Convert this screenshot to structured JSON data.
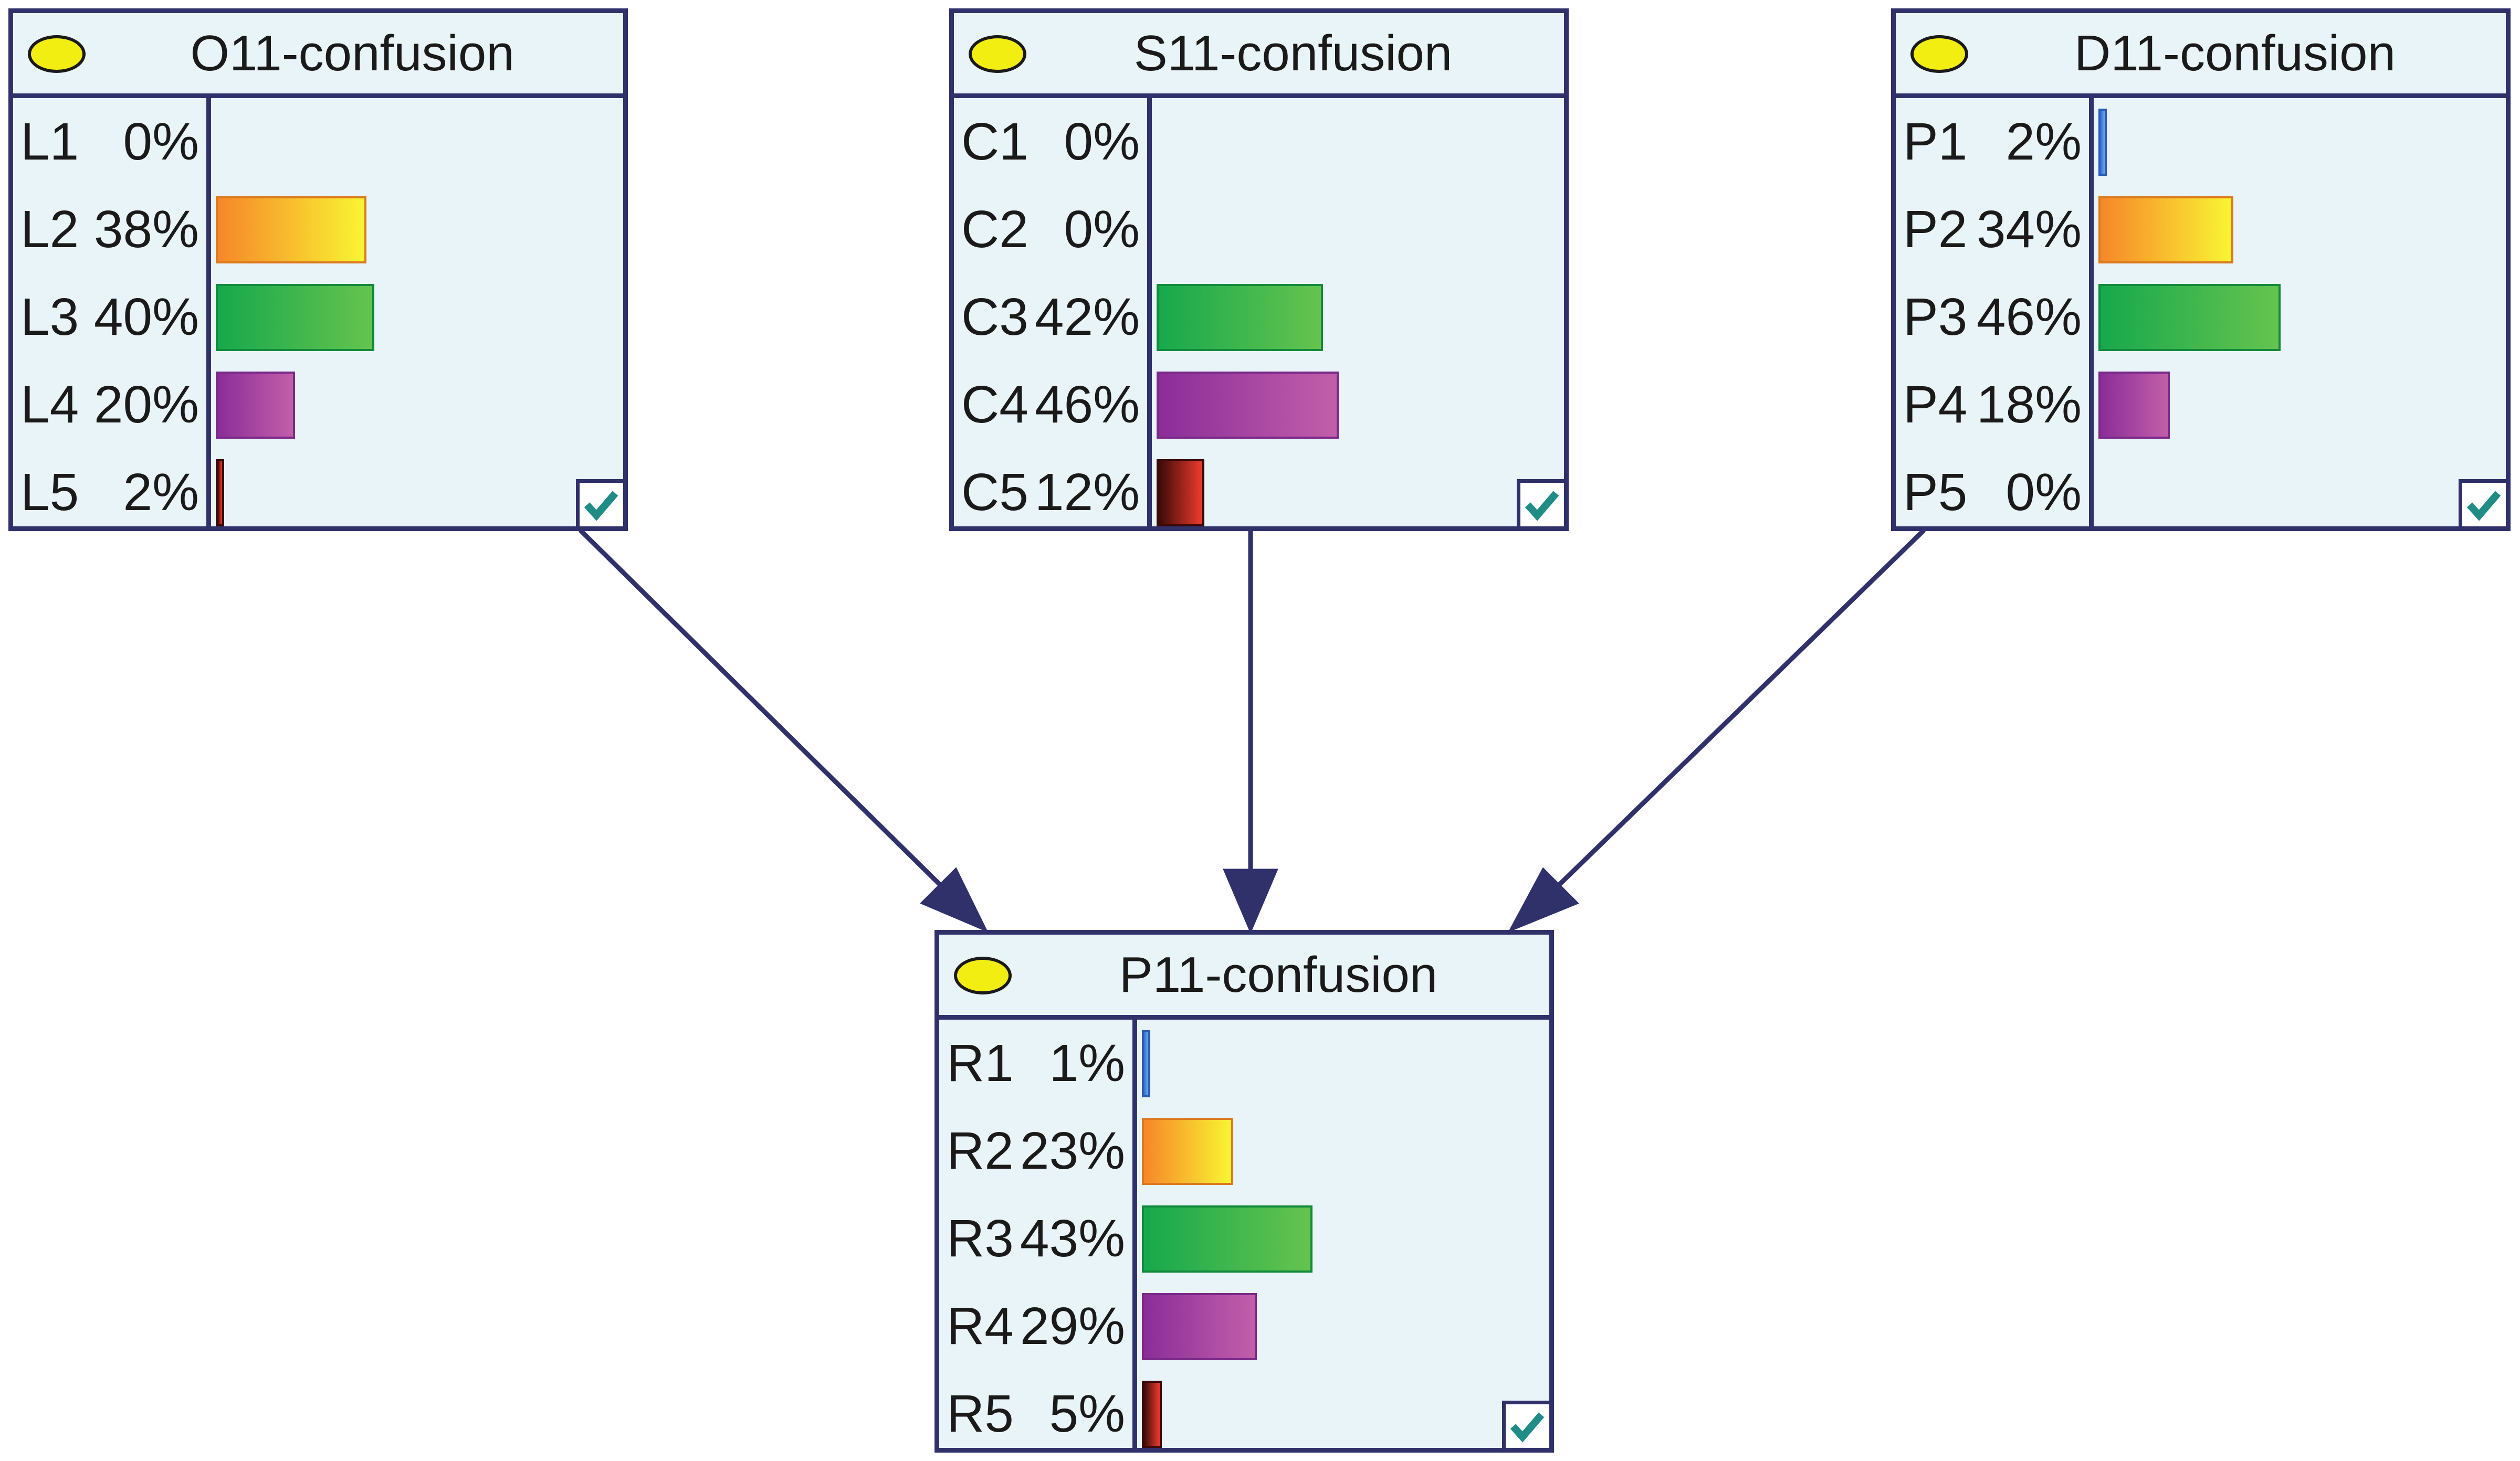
{
  "colors": {
    "border": "#30306b",
    "node_fill": "#e9f4f8",
    "oval": "#f3ee12",
    "check": "#1f8c86"
  },
  "nodes": [
    {
      "title": "O11-confusion",
      "states": [
        {
          "name": "L1",
          "pct_label": "0%",
          "value": 0
        },
        {
          "name": "L2",
          "pct_label": "38%",
          "value": 38
        },
        {
          "name": "L3",
          "pct_label": "40%",
          "value": 40
        },
        {
          "name": "L4",
          "pct_label": "20%",
          "value": 20
        },
        {
          "name": "L5",
          "pct_label": "2%",
          "value": 2
        }
      ]
    },
    {
      "title": "S11-confusion",
      "states": [
        {
          "name": "C1",
          "pct_label": "0%",
          "value": 0
        },
        {
          "name": "C2",
          "pct_label": "0%",
          "value": 0
        },
        {
          "name": "C3",
          "pct_label": "42%",
          "value": 42
        },
        {
          "name": "C4",
          "pct_label": "46%",
          "value": 46
        },
        {
          "name": "C5",
          "pct_label": "12%",
          "value": 12
        }
      ]
    },
    {
      "title": "D11-confusion",
      "states": [
        {
          "name": "P1",
          "pct_label": "2%",
          "value": 2
        },
        {
          "name": "P2",
          "pct_label": "34%",
          "value": 34
        },
        {
          "name": "P3",
          "pct_label": "46%",
          "value": 46
        },
        {
          "name": "P4",
          "pct_label": "18%",
          "value": 18
        },
        {
          "name": "P5",
          "pct_label": "0%",
          "value": 0
        }
      ]
    },
    {
      "title": "P11-confusion",
      "states": [
        {
          "name": "R1",
          "pct_label": "1%",
          "value": 1
        },
        {
          "name": "R2",
          "pct_label": "23%",
          "value": 23
        },
        {
          "name": "R3",
          "pct_label": "43%",
          "value": 43
        },
        {
          "name": "R4",
          "pct_label": "29%",
          "value": 29
        },
        {
          "name": "R5",
          "pct_label": "5%",
          "value": 5
        }
      ]
    }
  ],
  "edges": [
    {
      "from": "O11-confusion",
      "to": "P11-confusion"
    },
    {
      "from": "S11-confusion",
      "to": "P11-confusion"
    },
    {
      "from": "D11-confusion",
      "to": "P11-confusion"
    }
  ]
}
